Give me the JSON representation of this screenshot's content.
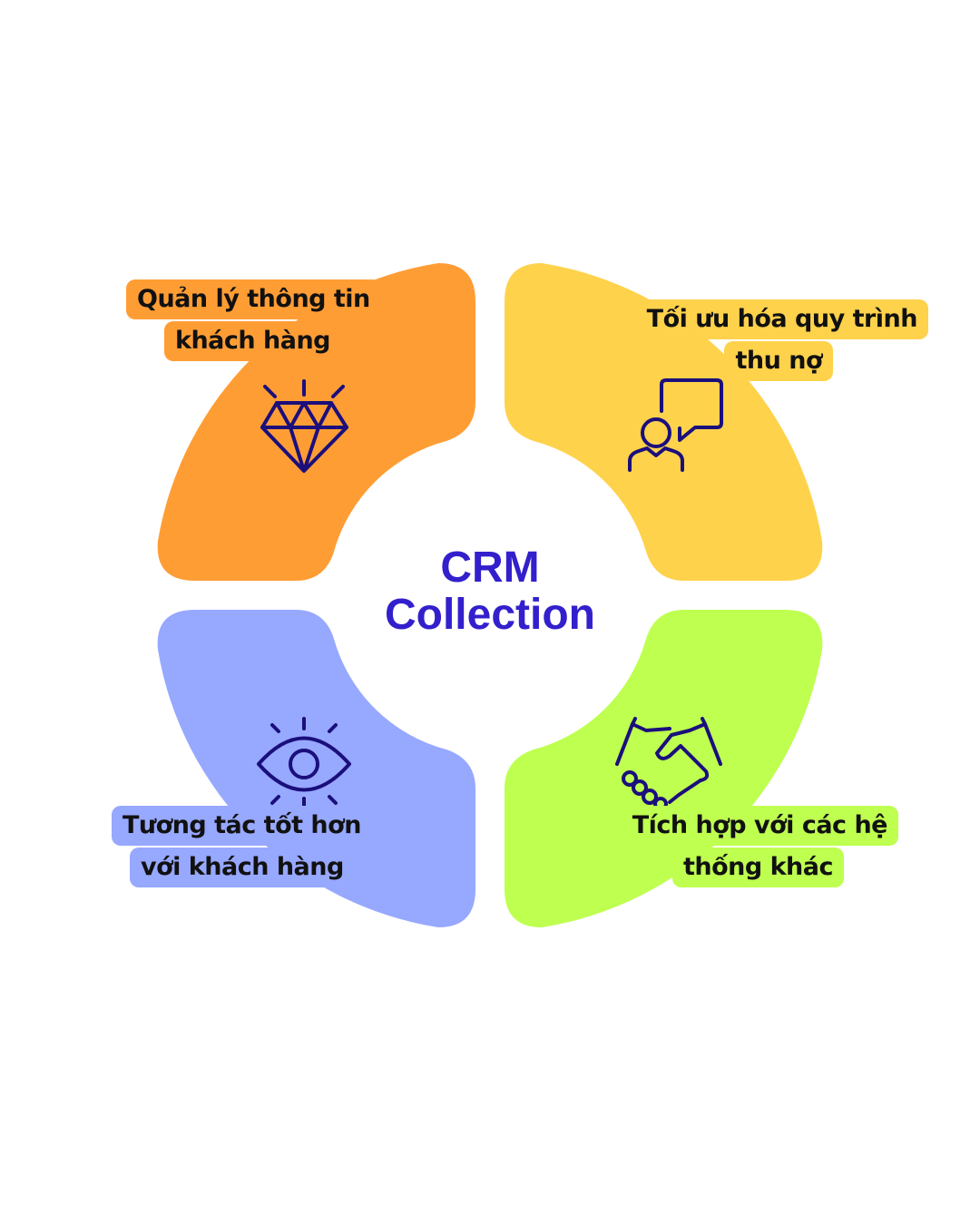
{
  "title": {
    "line1": "CRM",
    "line2": "Collection"
  },
  "colors": {
    "orange": "#FF9D35",
    "yellow": "#FFD24C",
    "blue": "#97A8FF",
    "green": "#BEFF50",
    "icon": "#1B0F7C",
    "title": "#3320CC"
  },
  "quadrants": [
    {
      "id": "top-left",
      "icon": "diamond-icon",
      "line1": "Quản lý thông tin",
      "line2": "khách hàng"
    },
    {
      "id": "top-right",
      "icon": "person-chat-icon",
      "line1": "Tối ưu hóa quy trình",
      "line2": "thu nợ"
    },
    {
      "id": "bottom-left",
      "icon": "eye-icon",
      "line1": "Tương tác tốt hơn",
      "line2": "với khách hàng"
    },
    {
      "id": "bottom-right",
      "icon": "handshake-icon",
      "line1": "Tích hợp với các hệ",
      "line2": "thống khác"
    }
  ]
}
